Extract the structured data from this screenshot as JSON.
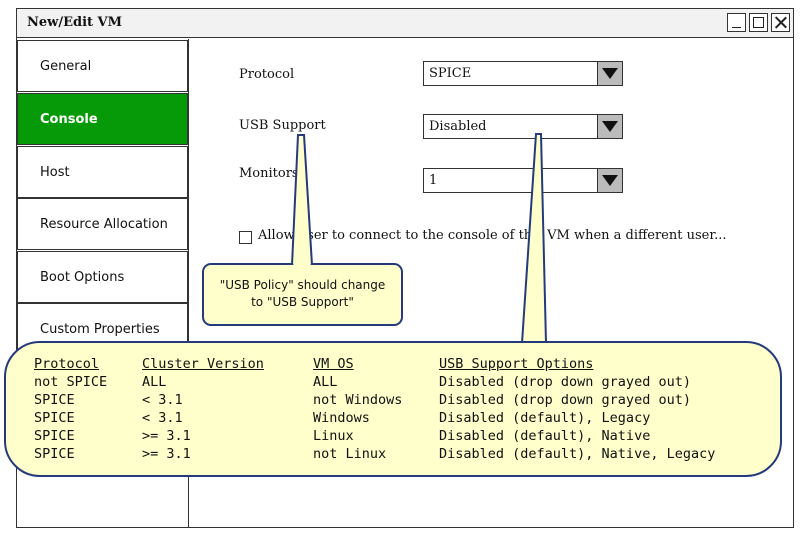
{
  "window": {
    "title": "New/Edit VM"
  },
  "sidebar": {
    "items": [
      {
        "label": "General",
        "active": false
      },
      {
        "label": "Console",
        "active": true
      },
      {
        "label": "Host",
        "active": false
      },
      {
        "label": "Resource Allocation",
        "active": false
      },
      {
        "label": "Boot Options",
        "active": false
      },
      {
        "label": "Custom Properties",
        "active": false
      }
    ]
  },
  "form": {
    "protocol": {
      "label": "Protocol",
      "value": "SPICE"
    },
    "usb_support": {
      "label": "USB Support",
      "value": "Disabled"
    },
    "monitors": {
      "label": "Monitors",
      "value": "1"
    },
    "allow_checkbox": {
      "label": "Allow user to connect to the console of this VM when a different user...",
      "checked": false
    }
  },
  "annotations": {
    "rename_note": {
      "line1": "\"USB Policy\" should change",
      "line2": "to \"USB Support\""
    },
    "usb_table": {
      "headers": [
        "Protocol",
        "Cluster Version",
        "VM OS",
        "USB Support Options"
      ],
      "rows": [
        [
          "not SPICE",
          "ALL",
          "ALL",
          "Disabled (drop down grayed out)"
        ],
        [
          "SPICE",
          "< 3.1",
          "not Windows",
          "Disabled (drop down grayed out)"
        ],
        [
          "SPICE",
          "< 3.1",
          "Windows",
          "Disabled (default), Legacy"
        ],
        [
          "SPICE",
          ">= 3.1",
          "Linux",
          "Disabled (default), Native"
        ],
        [
          "SPICE",
          ">= 3.1",
          "not Linux",
          "Disabled (default), Native, Legacy"
        ]
      ]
    }
  },
  "colors": {
    "active_tab": "#079a08",
    "callout_fill": "#ffffcc",
    "callout_border": "#253a7a"
  }
}
